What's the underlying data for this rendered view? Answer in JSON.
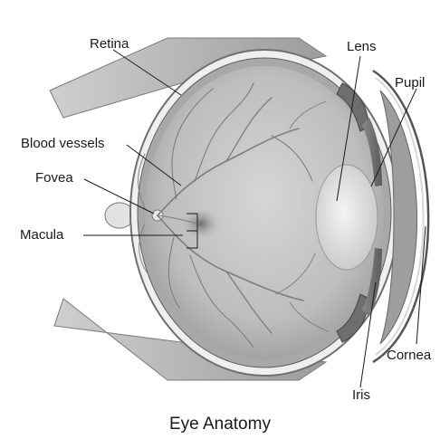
{
  "title": "Eye Anatomy",
  "labels": {
    "retina": "Retina",
    "lens": "Lens",
    "pupil": "Pupil",
    "blood_vessels": "Blood vessels",
    "fovea": "Fovea",
    "macula": "Macula",
    "cornea": "Cornea",
    "iris": "Iris"
  }
}
